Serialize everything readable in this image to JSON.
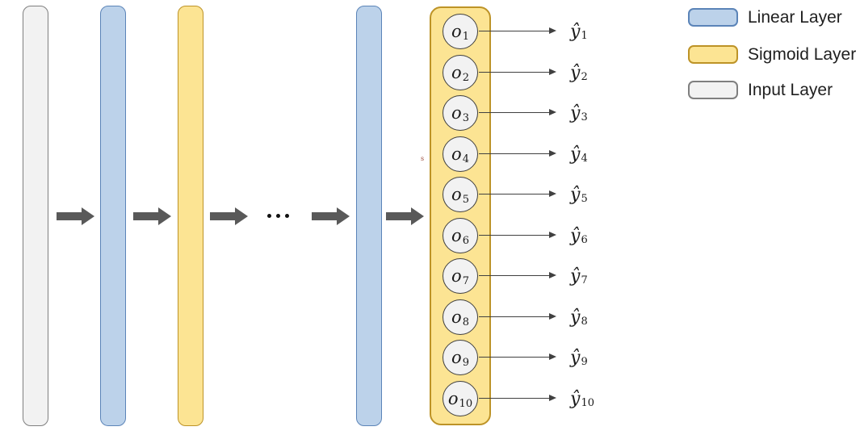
{
  "legend": {
    "items": [
      {
        "label": "Linear Layer",
        "fill": "#BCD2EA",
        "border": "#5B84B8"
      },
      {
        "label": "Sigmoid Layer",
        "fill": "#FCE493",
        "border": "#BD9327"
      },
      {
        "label": "Input Layer",
        "fill": "#F2F2F2",
        "border": "#7F7F7F"
      }
    ]
  },
  "layers": [
    {
      "name": "input-layer",
      "type": "Input Layer"
    },
    {
      "name": "linear-layer-1",
      "type": "Linear Layer"
    },
    {
      "name": "sigmoid-layer-1",
      "type": "Sigmoid Layer"
    },
    {
      "name": "hidden-layers-ellipsis",
      "type": "..."
    },
    {
      "name": "linear-layer-2",
      "type": "Linear Layer"
    },
    {
      "name": "sigmoid-output-layer",
      "type": "Sigmoid Layer"
    }
  ],
  "outputs": [
    {
      "neuron": "o",
      "neuron_sub": "1",
      "label": "ŷ",
      "label_sub": "1"
    },
    {
      "neuron": "o",
      "neuron_sub": "2",
      "label": "ŷ",
      "label_sub": "2"
    },
    {
      "neuron": "o",
      "neuron_sub": "3",
      "label": "ŷ",
      "label_sub": "3"
    },
    {
      "neuron": "o",
      "neuron_sub": "4",
      "label": "ŷ",
      "label_sub": "4"
    },
    {
      "neuron": "o",
      "neuron_sub": "5",
      "label": "ŷ",
      "label_sub": "5"
    },
    {
      "neuron": "o",
      "neuron_sub": "6",
      "label": "ŷ",
      "label_sub": "6"
    },
    {
      "neuron": "o",
      "neuron_sub": "7",
      "label": "ŷ",
      "label_sub": "7"
    },
    {
      "neuron": "o",
      "neuron_sub": "8",
      "label": "ŷ",
      "label_sub": "8"
    },
    {
      "neuron": "o",
      "neuron_sub": "9",
      "label": "ŷ",
      "label_sub": "9"
    },
    {
      "neuron": "o",
      "neuron_sub": "10",
      "label": "ŷ",
      "label_sub": "10"
    }
  ],
  "stray_mark": "s",
  "colors": {
    "linear_fill": "#BCD2EA",
    "linear_border": "#5B84B8",
    "sigmoid_fill": "#FCE493",
    "sigmoid_border": "#BD9327",
    "input_fill": "#F2F2F2",
    "input_border": "#7F7F7F",
    "neuron_fill": "#F2F2F2",
    "neuron_border": "#3F3F3F",
    "flow_arrow": "#595959",
    "connector_arrow": "#404040",
    "legend_text": "#1F1F1F",
    "background": "#FFFFFF"
  }
}
